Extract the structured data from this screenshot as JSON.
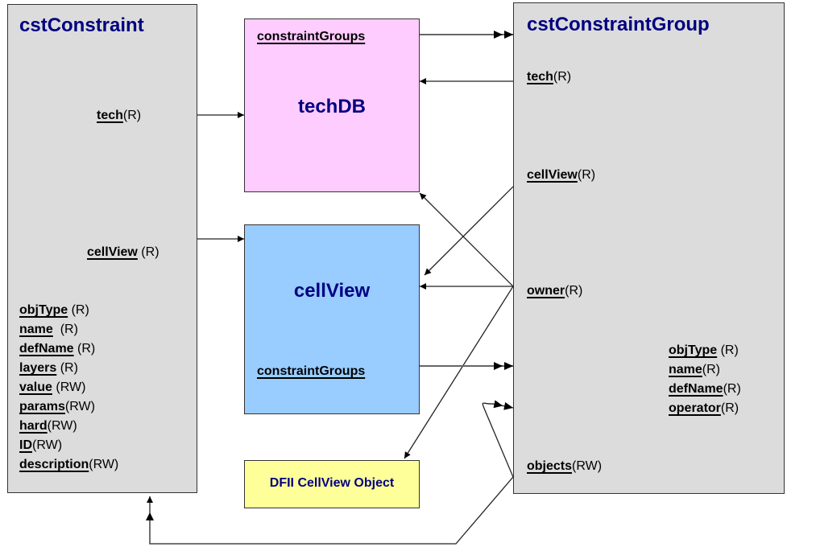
{
  "cstConstraint": {
    "title": "cstConstraint",
    "tech": {
      "name": "tech",
      "mode": "(R)"
    },
    "cellView": {
      "name": "cellView",
      "mode": " (R)"
    },
    "attributes": [
      {
        "name": "objType",
        "mode": " (R)"
      },
      {
        "name": "name",
        "mode": "  (R)"
      },
      {
        "name": "defName",
        "mode": " (R)"
      },
      {
        "name": "layers",
        "mode": " (R)"
      },
      {
        "name": "value",
        "mode": " (RW)"
      },
      {
        "name": "params",
        "mode": "(RW)"
      },
      {
        "name": "hard",
        "mode": "(RW)"
      },
      {
        "name": "ID",
        "mode": "(RW)"
      },
      {
        "name": "description",
        "mode": "(RW)"
      }
    ]
  },
  "techDB": {
    "title": "techDB",
    "constraintGroups": "constraintGroups"
  },
  "cellView": {
    "title": "cellView",
    "constraintGroups": "constraintGroups"
  },
  "dfii": {
    "title": "DFII CellView Object"
  },
  "cstConstraintGroup": {
    "title": "cstConstraintGroup",
    "tech": {
      "name": "tech",
      "mode": "(R)"
    },
    "cellView": {
      "name": "cellView",
      "mode": "(R)"
    },
    "owner": {
      "name": "owner",
      "mode": "(R)"
    },
    "objects": {
      "name": "objects",
      "mode": "(RW)"
    },
    "attributes": [
      {
        "name": "objType",
        "mode": " (R)"
      },
      {
        "name": "name",
        "mode": "(R)"
      },
      {
        "name": "defName",
        "mode": "(R)"
      },
      {
        "name": "operator",
        "mode": "(R)"
      }
    ]
  },
  "colors": {
    "title": "#000080",
    "gray_box": "#dcdcdc",
    "techdb_box": "#ffccff",
    "cellview_box": "#99ccff",
    "dfii_box": "#ffff99"
  }
}
